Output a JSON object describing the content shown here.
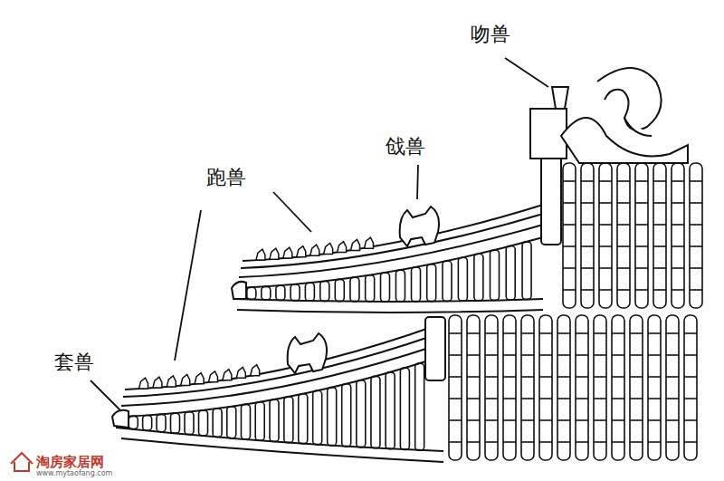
{
  "diagram": {
    "labels": [
      "吻兽",
      "戗兽",
      "跑兽",
      "套兽",
      "淘房家居网",
      "www.mytaofang.com"
    ]
  }
}
